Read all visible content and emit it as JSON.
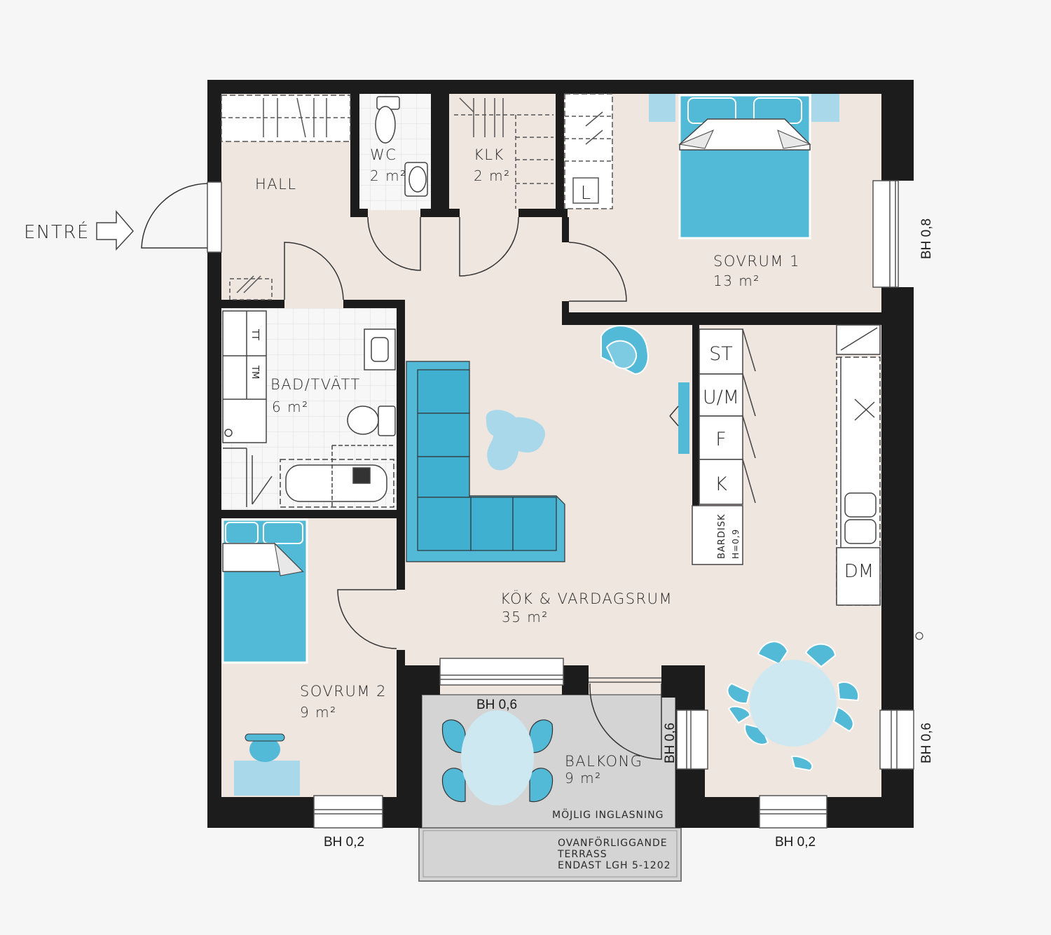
{
  "entrance": {
    "label": "ENTRÉ"
  },
  "rooms": {
    "hall": {
      "name": "HALL"
    },
    "wc": {
      "name": "WC",
      "area": "2 m²"
    },
    "klk": {
      "name": "KLK",
      "area": "2 m²"
    },
    "sovrum1": {
      "name": "SOVRUM 1",
      "area": "13 m²"
    },
    "bad": {
      "name": "BAD/TVÄTT",
      "area": "6 m²"
    },
    "kok": {
      "name": "KÖK & VARDAGSRUM",
      "area": "35 m²"
    },
    "sovrum2": {
      "name": "SOVRUM 2",
      "area": "9 m²"
    },
    "balkong": {
      "name": "BALKONG",
      "area": "9 m²"
    }
  },
  "appliances": {
    "st": "ST",
    "um": "U/M",
    "f": "F",
    "k": "K",
    "dm": "DM",
    "tt": "TT",
    "tm": "TM",
    "wardrobe_l": "L",
    "bardisk": "BARDISK",
    "bardisk_h": "H=0,9"
  },
  "sill_heights": {
    "right_top": "BH 0,8",
    "right_bottom": "BH 0,6",
    "balcony_door": "BH 0,6",
    "balcony_top": "BH 0,6",
    "bottom_left": "BH 0,2",
    "bottom_right": "BH 0,2"
  },
  "notes": {
    "glazing": "MÖJLIG INGLASNING",
    "terrace_line1": "OVANFÖRLIGGANDE",
    "terrace_line2": "TERRASS",
    "terrace_line3": "ENDAST LGH 5-1202"
  },
  "colors": {
    "floor": "#f0e6e0",
    "wall": "#1c1c1c",
    "furniture_blue": "#52b9d6",
    "furniture_light": "#cde8f1",
    "tile": "#f7f7f7",
    "balcony": "#d4d4d4",
    "background": "#f6f6f6"
  }
}
